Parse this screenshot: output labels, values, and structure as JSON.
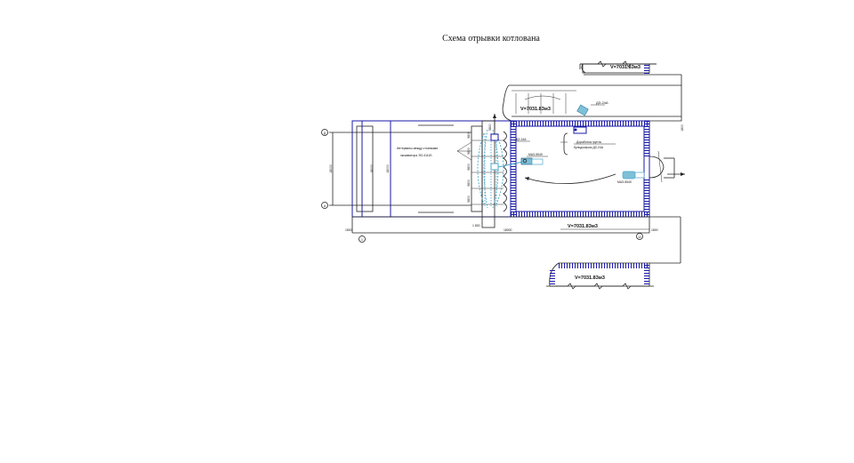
{
  "title": "Схема отрывки котлована",
  "volumes": {
    "v1": "V=7031.83м3",
    "v2": "V=7031.83м3",
    "v3": "V=7031.83м3",
    "v4": "V=7031.83м3"
  },
  "equipment": {
    "excavator_note_line1": "Интервалы между стоянками",
    "excavator_note_line2": "экскаватора ЭО-4111Б",
    "bulldozer_label": "ДЗ-24А",
    "bulldozer_small": "ДЗ-24А",
    "bulldozer_note_line1": "Доработка грунта",
    "bulldozer_note_line2": "бульдозером ДЗ-24А",
    "truck_1": "МАЗ-5549",
    "truck_2": "МАЗ-5549"
  },
  "axes": {
    "row_top": "Д",
    "row_bottom": "А",
    "col_left": "1",
    "col_right": "12"
  },
  "dims": {
    "left_outer": "18000",
    "left_mid": "18000",
    "left_inner": "18000",
    "bottom_left": "1800",
    "bottom_mid": "1 800",
    "bottom_main": "18000",
    "bottom_right": "1800",
    "right_side": "1800",
    "stand_1": "5800",
    "stand_2": "5800",
    "stand_3": "5800",
    "stand_4": "5800",
    "stand_5": "5800"
  }
}
